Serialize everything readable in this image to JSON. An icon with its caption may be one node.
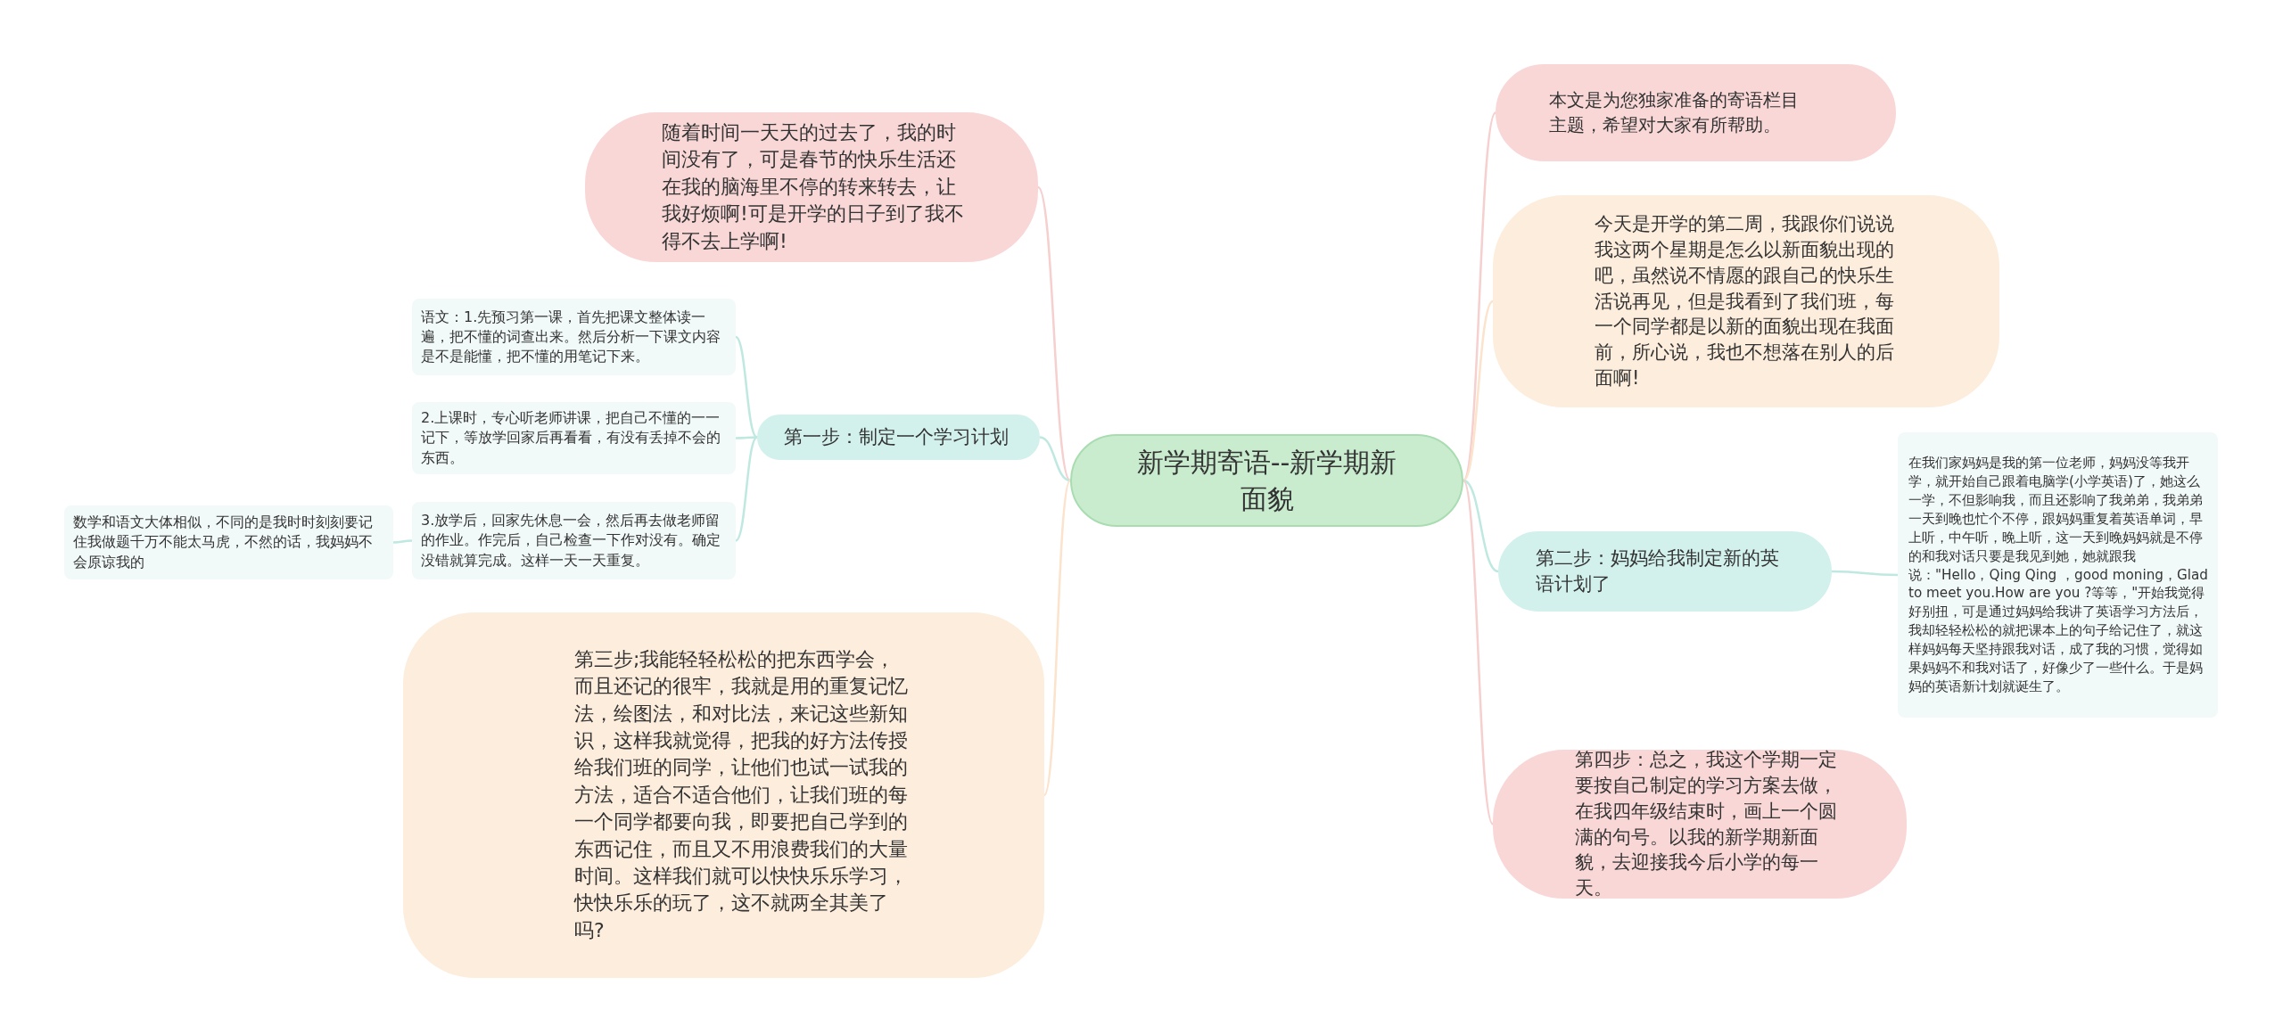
{
  "diagram": {
    "nodes": [
      {
        "text": [
          "新学期寄语--新学期新面貌"
        ]
      },
      {
        "text": [
          "随着时间一天天的过去了，我的时间没有了，可是春节的快乐生活还在我的脑海里不停的转来转去，让我好烦啊!可是开学的日子到了我不得不去上学啊!"
        ]
      },
      {
        "text": [
          "第一步：制定一个学习计划"
        ]
      },
      {
        "text": [
          "语文：1.先预习第一课，首先把课文整体读一遍，把不懂的词查出来。然后分析一下课文内容是不是能懂，把不懂的用笔记下来。"
        ]
      },
      {
        "text": [
          "2.上课时，专心听老师讲课，把自己不懂的一一记下，等放学回家后再看看，有没有丢掉不会的东西。"
        ]
      },
      {
        "text": [
          "3.放学后，回家先休息一会，然后再去做老师留的作业。作完后，自己检查一下作对没有。确定没错就算完成。这样一天一天重复。"
        ]
      },
      {
        "text": [
          "数学和语文大体相似，不同的是我时时刻刻要记住我做题千万不能太马虎，不然的话，我妈妈不会原谅我的"
        ]
      },
      {
        "text": [
          "第三步;我能轻轻松松的把东西学会，而且还记的很牢，我就是用的重复记忆法，绘图法，和对比法，来记这些新知识，这样我就觉得，把我的好方法传授给我们班的同学，让他们也试一试我的方法，适合不适合他们，让我们班的每一个同学都要向我，即要把自己学到的东西记住，而且又不用浪费我们的大量时间。这样我们就可以快快乐乐学习，快快乐乐的玩了，这不就两全其美了吗?"
        ]
      },
      {
        "text": [
          "本文是为您独家准备的寄语栏目主题，希望对大家有所帮助。"
        ]
      },
      {
        "text": [
          "今天是开学的第二周，我跟你们说说我这两个星期是怎么以新面貌出现的吧，虽然说不情愿的跟自己的快乐生活说再见，但是我看到了我们班，每一个同学都是以新的面貌出现在我面前，所心说，我也不想落在别人的后面啊!"
        ]
      },
      {
        "text": [
          "第二步：妈妈给我制定新的英语计划了"
        ]
      },
      {
        "text": [
          "在我们家妈妈是我的第一位老师，妈妈没等我开学，就开始自己跟着电脑学(小学英语)了，她这么一学，不但影响我，而且还影响了我弟弟，我弟弟一天到晚也忙个不停，跟妈妈重复着英语单词，早上听，中午听，晚上听，这一天到晚妈妈就是不停的和我对话只要是我见到她，她就跟我说：\"Hello，Qing Qing ，good moning，Glad to meet you.How are you ?等等，\"开始我觉得好别扭，可是通过妈妈给我讲了英语学习方法后，我却轻轻松松的就把课本上的句子给记住了，就这样妈妈每天坚持跟我对话，成了我的习惯，觉得如果妈妈不和我对话了，好像少了一些什么。于是妈妈的英语新计划就诞生了。"
        ]
      },
      {
        "text": [
          "第四步：总之，我这个学期一定要按自己制定的学习方案去做，在我四年级结束时，画上一个圆满的句号。以我的新学期新面貌，去迎接我今后小学的每一天。"
        ]
      }
    ],
    "edges": [
      {
        "from": 0,
        "to": 1,
        "arrow": "none",
        "color": "#f6cfcf"
      },
      {
        "from": 0,
        "to": 2,
        "arrow": "none",
        "color": "#bfe9e0"
      },
      {
        "from": 2,
        "to": 3,
        "arrow": "none",
        "color": "#bfe9e0"
      },
      {
        "from": 2,
        "to": 4,
        "arrow": "none",
        "color": "#bfe9e0"
      },
      {
        "from": 2,
        "to": 5,
        "arrow": "none",
        "color": "#bfe9e0"
      },
      {
        "from": 5,
        "to": 6,
        "arrow": "none",
        "color": "#bfe9e0"
      },
      {
        "from": 0,
        "to": 7,
        "arrow": "none",
        "color": "#fbe3cc"
      },
      {
        "from": 0,
        "to": 8,
        "arrow": "none",
        "color": "#f6cfcf"
      },
      {
        "from": 0,
        "to": 9,
        "arrow": "none",
        "color": "#fbe3cc"
      },
      {
        "from": 0,
        "to": 10,
        "arrow": "none",
        "color": "#bfe9e0"
      },
      {
        "from": 10,
        "to": 11,
        "arrow": "none",
        "color": "#bfe9e0"
      },
      {
        "from": 0,
        "to": 12,
        "arrow": "none",
        "color": "#f6cfcf"
      }
    ]
  }
}
